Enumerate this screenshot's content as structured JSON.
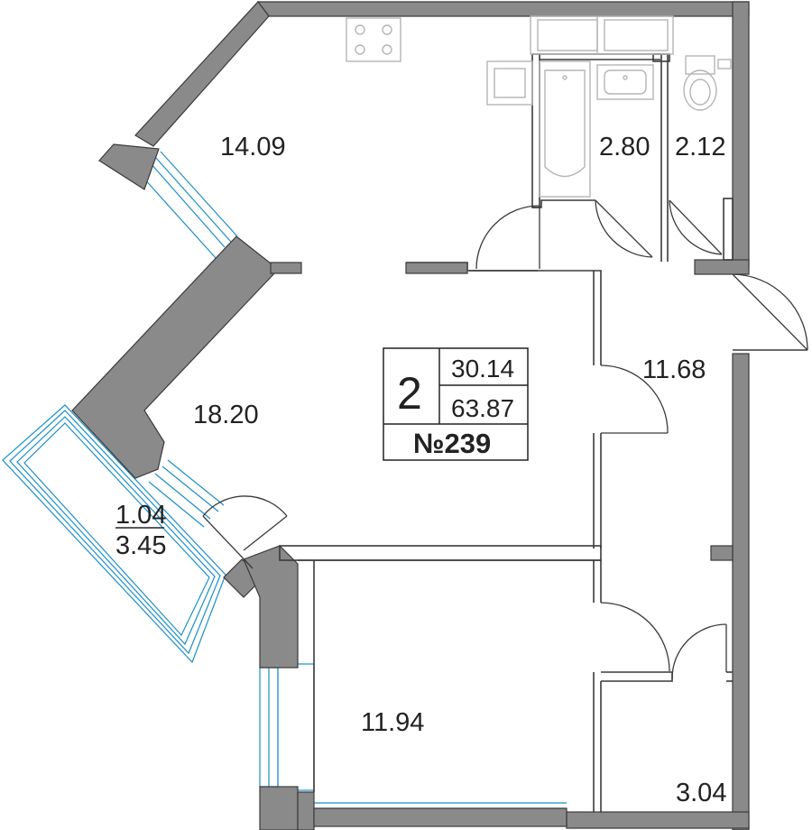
{
  "plan": {
    "badge": {
      "rooms_count": "2",
      "living_area": "30.14",
      "total_area": "63.87",
      "apartment_number": "№239"
    },
    "rooms": [
      {
        "id": "kitchen",
        "area": "14.09"
      },
      {
        "id": "bathroom",
        "area": "2.80"
      },
      {
        "id": "toilet",
        "area": "2.12"
      },
      {
        "id": "hall",
        "area": "11.68"
      },
      {
        "id": "living-room",
        "area": "18.20"
      },
      {
        "id": "bedroom",
        "area": "11.94"
      },
      {
        "id": "closet",
        "area": "3.04"
      }
    ],
    "balcony": {
      "area_a": "1.04",
      "area_b": "3.45"
    }
  }
}
